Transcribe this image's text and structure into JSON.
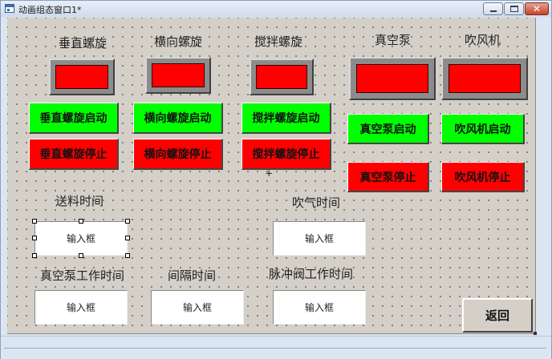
{
  "window": {
    "title": "动画组态窗口1*",
    "close_glyph": "✕"
  },
  "labels": {
    "vertical_screw": "垂直螺旋",
    "horizontal_screw": "横向螺旋",
    "mixing_screw": "搅拌螺旋",
    "vacuum_pump": "真空泵",
    "blower": "吹风机",
    "feed_time": "送料时间",
    "blow_time": "吹气时间",
    "vacuum_work_time": "真空泵工作时间",
    "interval_time": "间隔时间",
    "pulse_valve_work_time": "脉冲阀工作时间"
  },
  "buttons": {
    "vertical_start": "垂直螺旋启动",
    "vertical_stop": "垂直螺旋停止",
    "horizontal_start": "横向螺旋启动",
    "horizontal_stop": "横向螺旋停止",
    "mixing_start": "搅拌螺旋启动",
    "mixing_stop": "搅拌螺旋停止",
    "vacuum_start": "真空泵启动",
    "vacuum_stop": "真空泵停止",
    "blower_start": "吹风机启动",
    "blower_stop": "吹风机停止",
    "back": "返回"
  },
  "inputs": {
    "feed_time": "输入框",
    "blow_time": "输入框",
    "vacuum_work_time": "输入框",
    "interval_time": "输入框",
    "pulse_valve_work_time": "输入框"
  },
  "colors": {
    "lamp_off": "#ff0000",
    "start_button": "#00ff00",
    "stop_button": "#ff0000",
    "canvas": "#d4d0c8"
  },
  "cursor_glyph": "+"
}
